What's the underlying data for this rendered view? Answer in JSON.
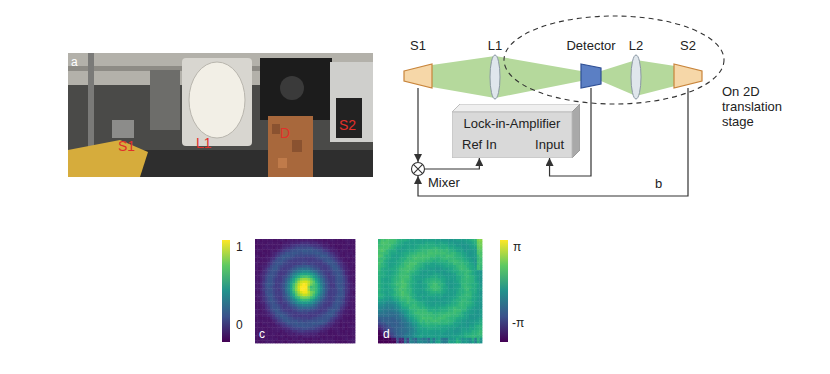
{
  "diagram": {
    "nodes": [
      {
        "text": [
          "S1"
        ]
      },
      {
        "text": [
          "L1"
        ]
      },
      {
        "text": [
          "On 2D translation stage"
        ]
      },
      {
        "text": [
          "Detector"
        ],
        "in": 2
      },
      {
        "text": [
          "L2"
        ],
        "in": 2
      },
      {
        "text": [
          "S2"
        ],
        "in": 2
      },
      {
        "text": [
          "Lock-in-Amplifier",
          "Ref In",
          "Input"
        ]
      },
      {
        "text": [
          "Mixer"
        ]
      }
    ],
    "edges": [
      {
        "from": 0,
        "to": 7,
        "arrow": "to"
      },
      {
        "from": 5,
        "to": 7,
        "arrow": "to"
      },
      {
        "from": 7,
        "to": 6,
        "arrow": "to"
      },
      {
        "from": 3,
        "to": 6,
        "arrow": "to"
      }
    ],
    "labels": [
      "a",
      "S1",
      "L1",
      "D",
      "S2",
      "b",
      "1",
      "0",
      "c",
      "π",
      "-π",
      "d"
    ]
  }
}
